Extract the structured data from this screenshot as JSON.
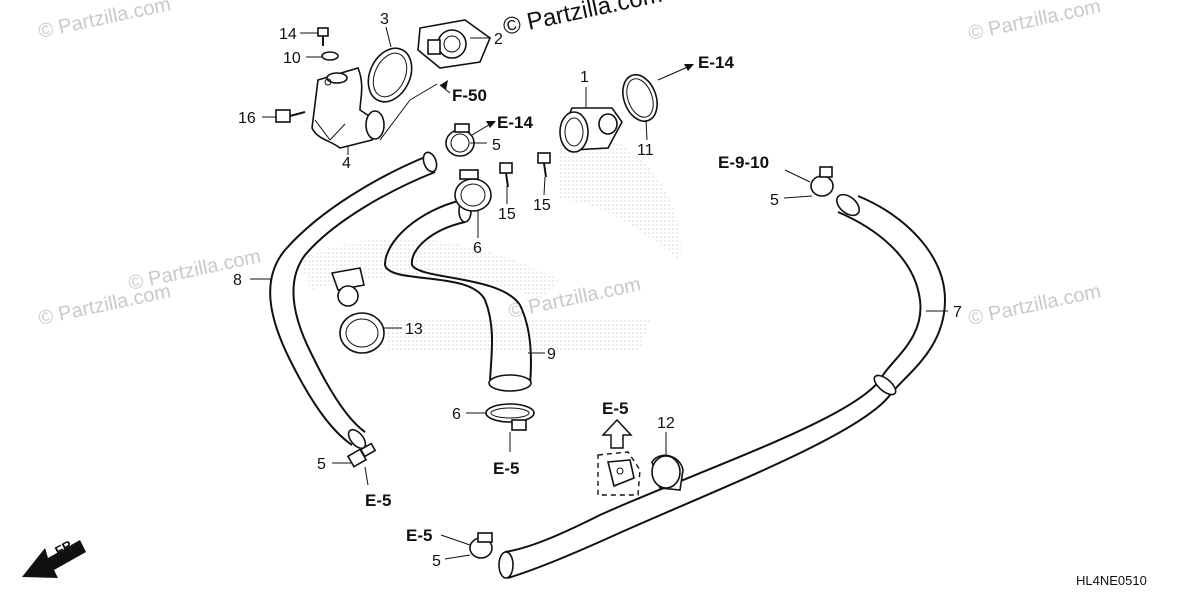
{
  "diagram_code": "HL4NE0510",
  "front_label": "FR.",
  "watermarks": [
    "© Partzilla.com",
    "© Partzilla.com",
    "© Partzilla.com",
    "© Partzilla.com",
    "© Partzilla.com",
    "© Partzilla.com",
    "© Partzilla.com"
  ],
  "callouts": {
    "c1": "1",
    "c2": "2",
    "c3": "3",
    "c4": "4",
    "c5a": "5",
    "c5b": "5",
    "c5c": "5",
    "c5d": "5",
    "c6a": "6",
    "c6b": "6",
    "c7": "7",
    "c8": "8",
    "c9": "9",
    "c10": "10",
    "c11": "11",
    "c12": "12",
    "c13": "13",
    "c14": "14",
    "c15a": "15",
    "c15b": "15",
    "c16": "16"
  },
  "references": {
    "e14_top": "E-14",
    "e14_mid": "E-14",
    "f50": "F-50",
    "e910": "E-9-10",
    "e5_hose8": "E-5",
    "e5_clamp6": "E-5",
    "e5_bracket": "E-5",
    "e5_bottom": "E-5"
  },
  "icons": [
    "front-arrow-icon",
    "up-arrow-icon"
  ]
}
